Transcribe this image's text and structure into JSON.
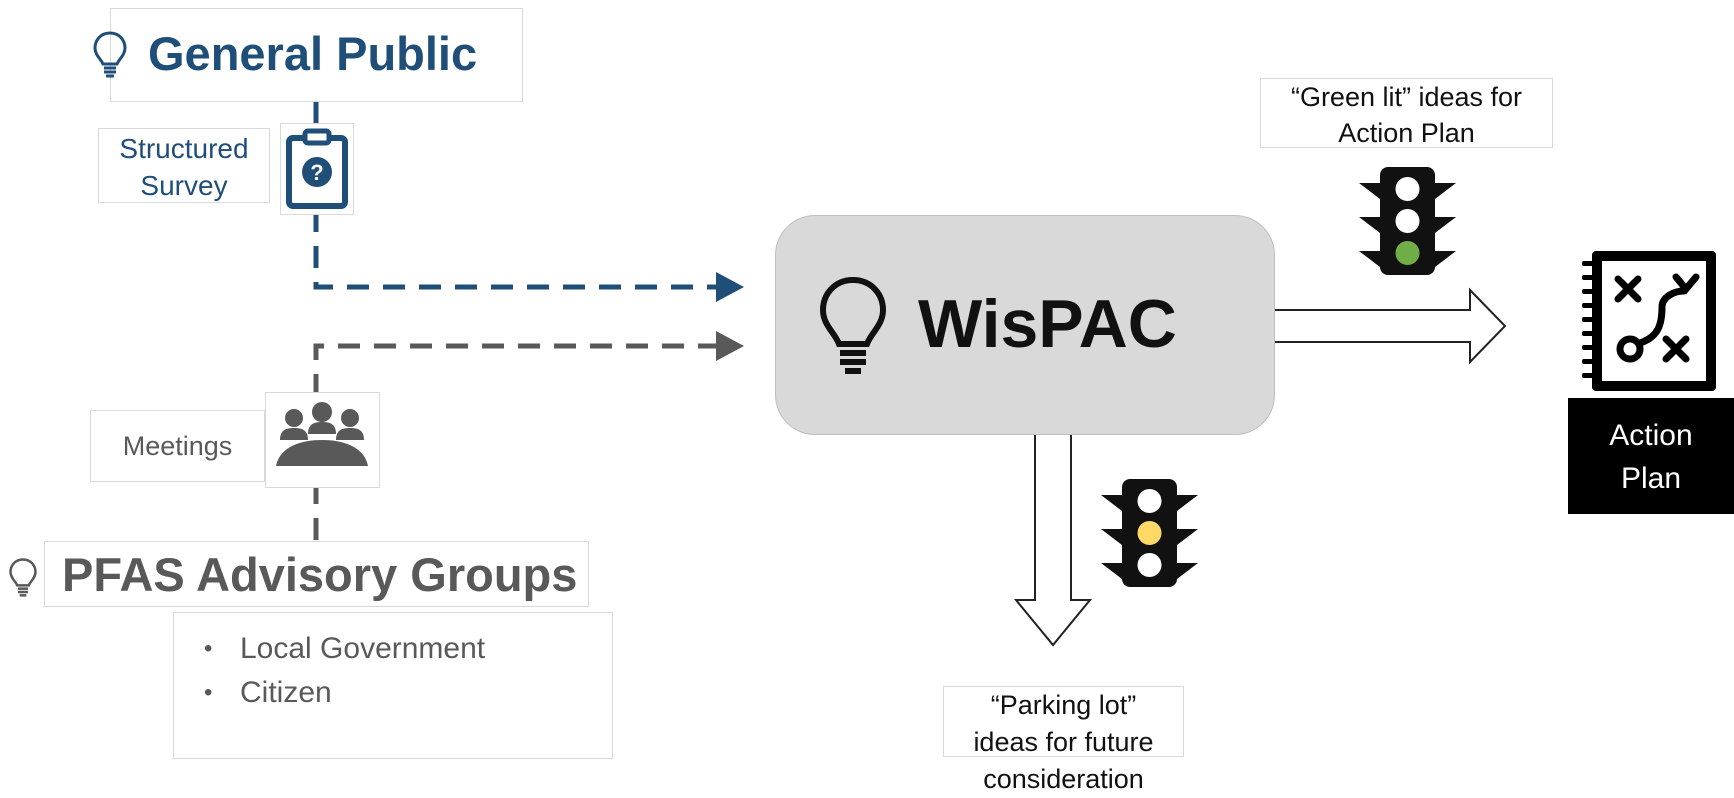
{
  "general_public": {
    "title": "General Public",
    "icon": "lightbulb-icon",
    "color": "#1f4e79"
  },
  "survey": {
    "label_line1": "Structured",
    "label_line2": "Survey",
    "icon": "clipboard-question-icon"
  },
  "meetings": {
    "label": "Meetings",
    "icon": "meeting-group-icon"
  },
  "pfas": {
    "title": "PFAS Advisory Groups",
    "icon": "lightbulb-icon",
    "color": "#595959",
    "groups": [
      "Local Government",
      "Citizen"
    ]
  },
  "wispac": {
    "title": "WisPAC",
    "icon": "lightbulb-icon"
  },
  "green_lit": {
    "line1": "“Green lit” ideas for",
    "line2": "Action Plan",
    "light": "green",
    "color": "#70ad47"
  },
  "parking_lot": {
    "line1": "“Parking lot”",
    "line2": "ideas for future",
    "line3": "consideration",
    "light": "yellow",
    "color": "#ffd966"
  },
  "action_plan": {
    "line1": "Action",
    "line2": "Plan",
    "icon": "strategy-board-icon"
  }
}
